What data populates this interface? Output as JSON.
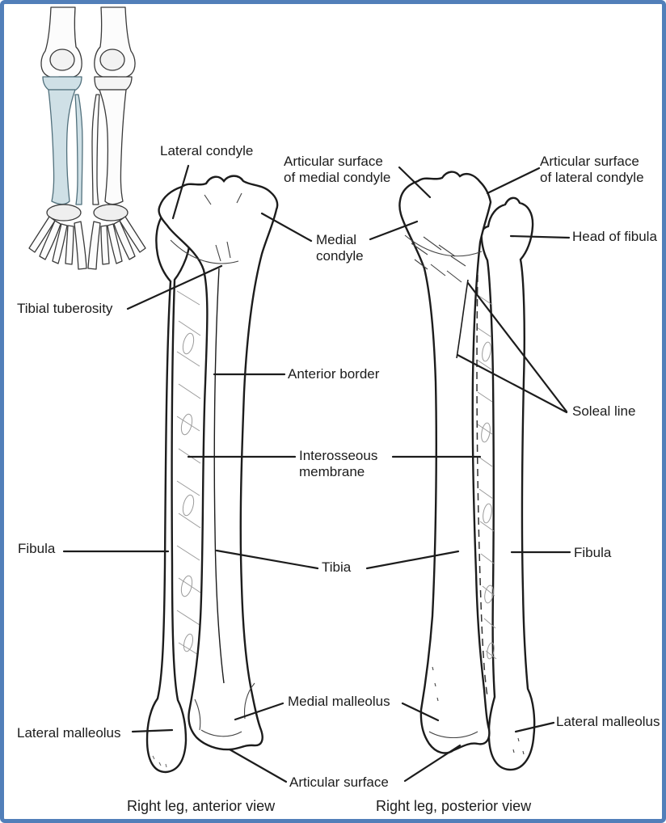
{
  "diagram": {
    "labels": {
      "lateral_condyle": "Lateral condyle",
      "articular_surface_medial_condyle": "Articular surface\nof medial condyle",
      "articular_surface_lateral_condyle": "Articular surface\nof lateral condyle",
      "head_of_fibula": "Head of fibula",
      "medial_condyle": "Medial\ncondyle",
      "tibial_tuberosity": "Tibial tuberosity",
      "anterior_border": "Anterior border",
      "interosseous_membrane": "Interosseous\nmembrane",
      "soleal_line": "Soleal line",
      "fibula_left": "Fibula",
      "tibia": "Tibia",
      "fibula_right": "Fibula",
      "medial_malleolus": "Medial malleolus",
      "lateral_malleolus_left": "Lateral malleolus",
      "lateral_malleolus_right": "Lateral malleolus",
      "articular_surface": "Articular surface"
    },
    "captions": {
      "anterior": "Right leg, anterior view",
      "posterior": "Right leg, posterior view"
    },
    "colors": {
      "frame_border": "#527fb9",
      "line_art": "#1c1c1c",
      "inset_highlight": "#cfe0e6"
    }
  }
}
